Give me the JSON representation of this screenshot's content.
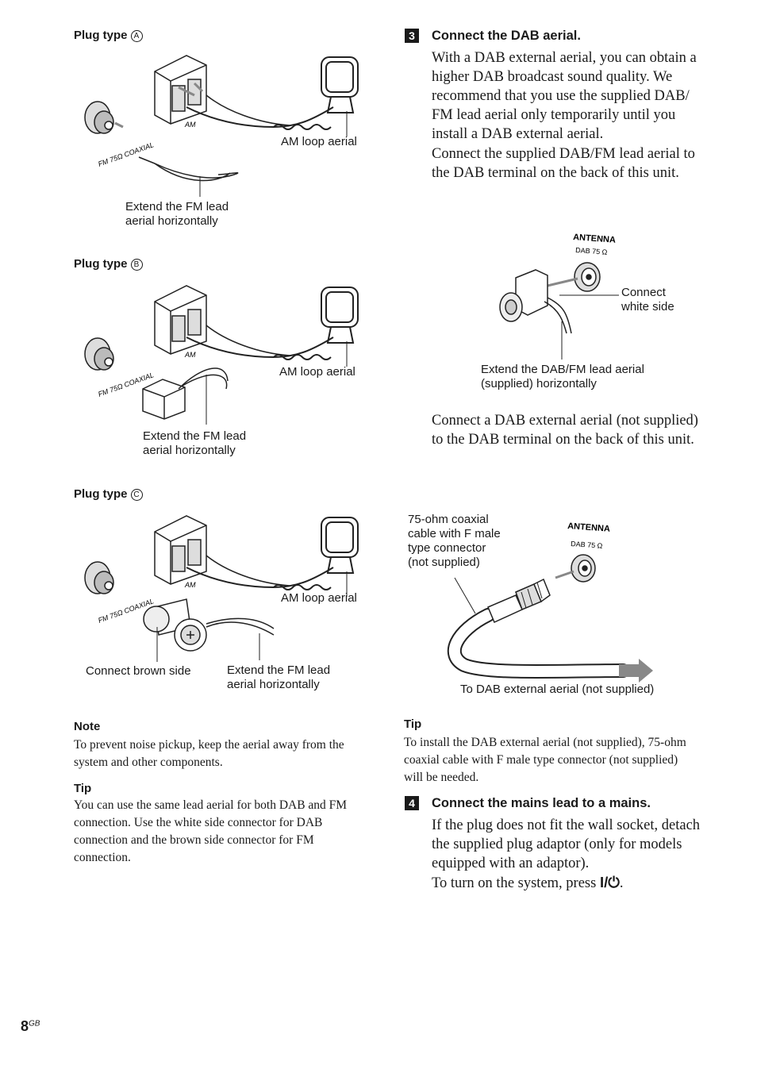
{
  "left": {
    "plug_a": {
      "heading": "Plug type",
      "mark": "A",
      "label_am_loop": "AM loop aerial",
      "label_extend": "Extend the FM lead aerial horizontally",
      "label_extend_line1": "Extend the FM lead",
      "label_extend_line2": "aerial horizontally",
      "term_am": "AM",
      "term_fm": "FM 75Ω COAXIAL"
    },
    "plug_b": {
      "heading": "Plug type",
      "mark": "B",
      "label_am_loop": "AM loop aerial",
      "label_extend_line1": "Extend the FM lead",
      "label_extend_line2": "aerial horizontally",
      "term_am": "AM",
      "term_fm": "FM 75Ω COAXIAL"
    },
    "plug_c": {
      "heading": "Plug type",
      "mark": "C",
      "label_am_loop": "AM loop aerial",
      "label_brown": "Connect brown side",
      "label_extend_line1": "Extend the FM lead",
      "label_extend_line2": "aerial horizontally",
      "term_am": "AM",
      "term_fm": "FM 75Ω COAXIAL"
    },
    "note": {
      "heading": "Note",
      "text": "To prevent noise pickup, keep the aerial away from the system and other components."
    },
    "tip": {
      "heading": "Tip",
      "text": "You can use the same lead aerial for both DAB and FM connection. Use the white side connector for DAB connection and the brown side connector for FM connection."
    }
  },
  "right": {
    "step3": {
      "number": "3",
      "title": "Connect the DAB aerial.",
      "para1": "With a DAB external aerial, you can obtain a higher DAB broadcast sound quality. We recommend that you use the supplied DAB/ FM lead aerial only temporarily until you install a DAB external aerial.",
      "para2": "Connect the supplied DAB/FM lead aerial to the DAB terminal on the back of this unit.",
      "fig1": {
        "antenna": "ANTENNA",
        "dab": "DAB 75 Ω",
        "label_connect_line1": "Connect",
        "label_connect_line2": "white side",
        "label_extend_line1": "Extend the DAB/FM lead aerial",
        "label_extend_line2": "(supplied) horizontally"
      },
      "para3": "Connect a DAB external aerial (not supplied) to the DAB terminal on the back of this unit.",
      "fig2": {
        "label_cable_line1": "75-ohm coaxial",
        "label_cable_line2": "cable with F male",
        "label_cable_line3": "type connector",
        "label_cable_line4": "(not supplied)",
        "antenna": "ANTENNA",
        "dab": "DAB 75 Ω",
        "label_to": "To DAB external aerial (not supplied)"
      }
    },
    "tip": {
      "heading": "Tip",
      "text": "To install the DAB external aerial (not supplied), 75-ohm coaxial cable with F male type connector (not supplied) will be needed."
    },
    "step4": {
      "number": "4",
      "title": "Connect the mains lead to a mains.",
      "para1": "If the plug does not fit the wall socket, detach the supplied plug adaptor (only for models equipped with an adaptor).",
      "para2_prefix": "To turn on the system, press ",
      "power_symbol": "I/⏻",
      "para2_suffix": "."
    }
  },
  "footer": {
    "page_number": "8",
    "suffix": "GB"
  }
}
